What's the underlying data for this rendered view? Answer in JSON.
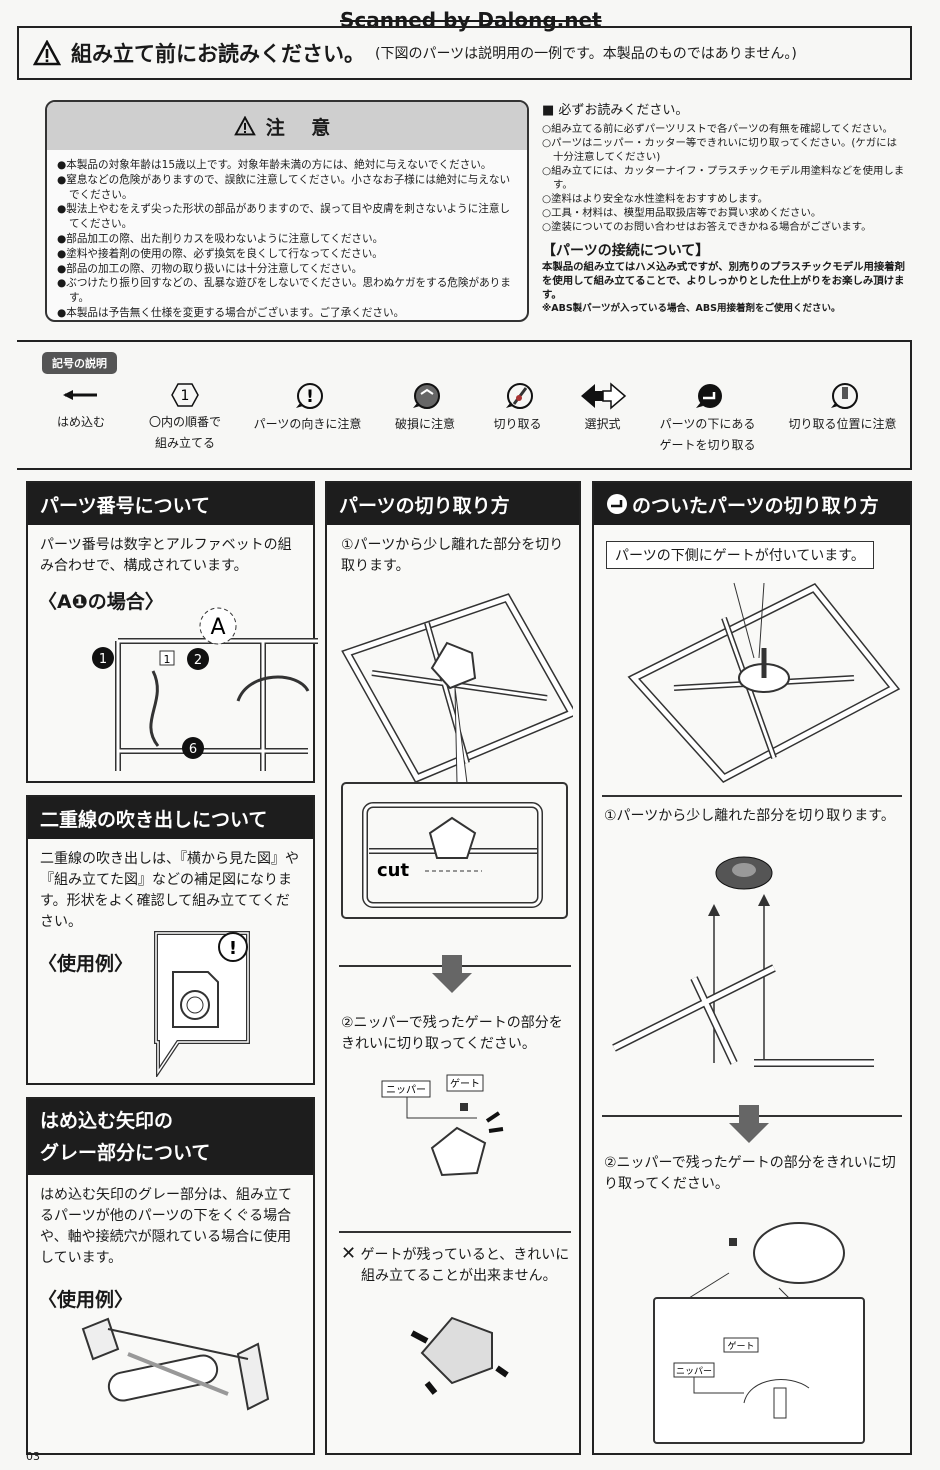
{
  "watermark": "Scanned by Dalong.net",
  "header": {
    "title": "組み立て前にお読みください。",
    "subtitle": "(下図のパーツは説明用の一例です。本製品のものではありません。)"
  },
  "caution": {
    "title": "注 意",
    "items": [
      "●本製品の対象年齢は15歳以上です。対象年齢未満の方には、絶対に与えないでください。",
      "●窒息などの危険がありますので、誤飲に注意してください。小さなお子様には絶対に与えないでください。",
      "●製法上やむをえず尖った形状の部品がありますので、誤って目や皮膚を刺さないように注意してください。",
      "●部品加工の際、出た削りカスを吸わないように注意してください。",
      "●塗料や接着剤の使用の際、必ず換気を良くして行なってください。",
      "●部品の加工の際、刃物の取り扱いには十分注意してください。",
      "●ぶつけたり振り回すなどの、乱暴な遊びをしないでください。思わぬケガをする危険があります。",
      "●本製品は予告無く仕様を変更する場合がございます。ご了承ください。"
    ]
  },
  "notes": {
    "heading": "■ 必ずお読みください。",
    "items": [
      "○組み立てる前に必ずパーツリストで各パーツの有無を確認してください。",
      "○パーツはニッパー・カッター等できれいに切り取ってください。(ケガには十分注意してください)",
      "○組み立てには、カッターナイフ・プラスチックモデル用塗料などを使用します。",
      "○塗料はより安全な水性塗料をおすすめします。",
      "○工具・材料は、模型用品取扱店等でお買い求めください。",
      "○塗装についてのお問い合わせはお答えできかねる場合がございます。"
    ],
    "connection_title": "【パーツの接続について】",
    "connection_text": "本製品の組み立てはハメ込み式ですが、別売りのプラスチックモデル用接着剤を使用して組み立てることで、よりしっかりとした仕上がりをお楽しみ頂けます。",
    "abs_note": "※ABS製パーツが入っている場合、ABS用接着剤をご使用ください。"
  },
  "symbols": {
    "title": "記号の説明",
    "items": [
      {
        "icon": "arrow-left-icon",
        "label": "はめ込む"
      },
      {
        "icon": "hexagon-number-icon",
        "glyph": "1",
        "label": "〇内の順番で\n組み立てる"
      },
      {
        "icon": "exclamation-icon",
        "glyph": "!",
        "label": "パーツの向きに注意"
      },
      {
        "icon": "breakage-icon",
        "label": "破損に注意"
      },
      {
        "icon": "cut-icon",
        "label": "切り取る"
      },
      {
        "icon": "choice-arrows-icon",
        "label": "選択式"
      },
      {
        "icon": "under-gate-icon",
        "label": "パーツの下にある\nゲートを切り取る"
      },
      {
        "icon": "cut-position-icon",
        "label": "切り取る位置に注意"
      }
    ]
  },
  "col1": {
    "s1": {
      "title": "パーツ番号について",
      "text": "パーツ番号は数字とアルファベットの組み合わせで、構成されています。",
      "example": "〈A❶の場合〉",
      "labels": {
        "letter": "A",
        "n1": "1",
        "n2": "2",
        "n6": "6",
        "box": "1"
      }
    },
    "s2": {
      "title": "二重線の吹き出しについて",
      "text": "二重線の吹き出しは、『横から見た図』や『組み立てた図』などの補足図になります。形状をよく確認して組み立ててください。",
      "example": "〈使用例〉"
    },
    "s3": {
      "title": "はめ込む矢印の\nグレー部分について",
      "text": "はめ込む矢印のグレー部分は、組み立てるパーツが他のパーツの下をくぐる場合や、軸や接続穴が隠れている場合に使用しています。",
      "example": "〈使用例〉"
    }
  },
  "col2": {
    "title": "パーツの切り取り方",
    "step1": "①パーツから少し離れた部分を切り取ります。",
    "cut": "cut",
    "step2": "②ニッパーで残ったゲートの部分をきれいに切り取ってください。",
    "nipper": "ニッパー",
    "gate": "ゲート",
    "warning": "ゲートが残っていると、きれいに組み立てることが出来ません。"
  },
  "col3": {
    "title": "のついたパーツの切り取り方",
    "callout": "パーツの下側にゲートが付いています。",
    "step1": "①パーツから少し離れた部分を切り取ります。",
    "step2": "②ニッパーで残ったゲートの部分をきれいに切り取ってください。",
    "nipper": "ニッパー",
    "gate": "ゲート"
  },
  "page_number": "03"
}
